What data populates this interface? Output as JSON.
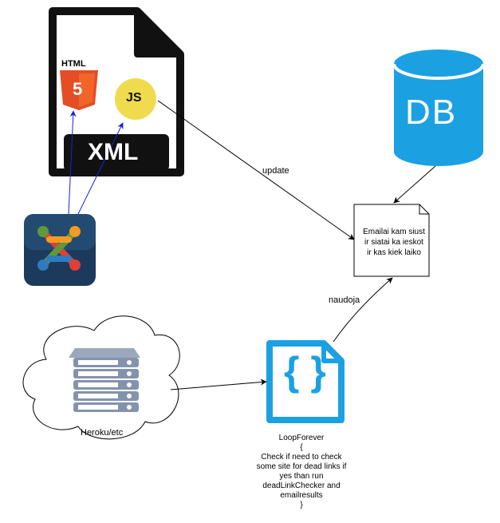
{
  "file_icon": {
    "html_label": "HTML",
    "html_digit": "5",
    "js_label": "JS",
    "xml_label": "XML"
  },
  "db_icon": {
    "label": "DB"
  },
  "edges": {
    "update": "update",
    "naudoja": "naudoja"
  },
  "note": {
    "lines": [
      "Emailai kam siust",
      "ir siatai ka ieskot",
      "ir kas kiek laiko"
    ]
  },
  "cloud": {
    "label": "Heroku/etc"
  },
  "loop": {
    "lines": [
      "LoopForever",
      "{",
      "Check if need to check",
      "some site for dead links if",
      "yes than run",
      "deadLinkChecker and",
      "emailresults",
      "}"
    ]
  },
  "colors": {
    "file_black": "#111111",
    "html_orange": "#e44d26",
    "js_yellow": "#f0db4f",
    "db_blue": "#1ba1e2",
    "json_blue": "#1ba1e2",
    "joomla_bg": "#1b3a5c",
    "arrow_blue": "#1f1fd6"
  }
}
